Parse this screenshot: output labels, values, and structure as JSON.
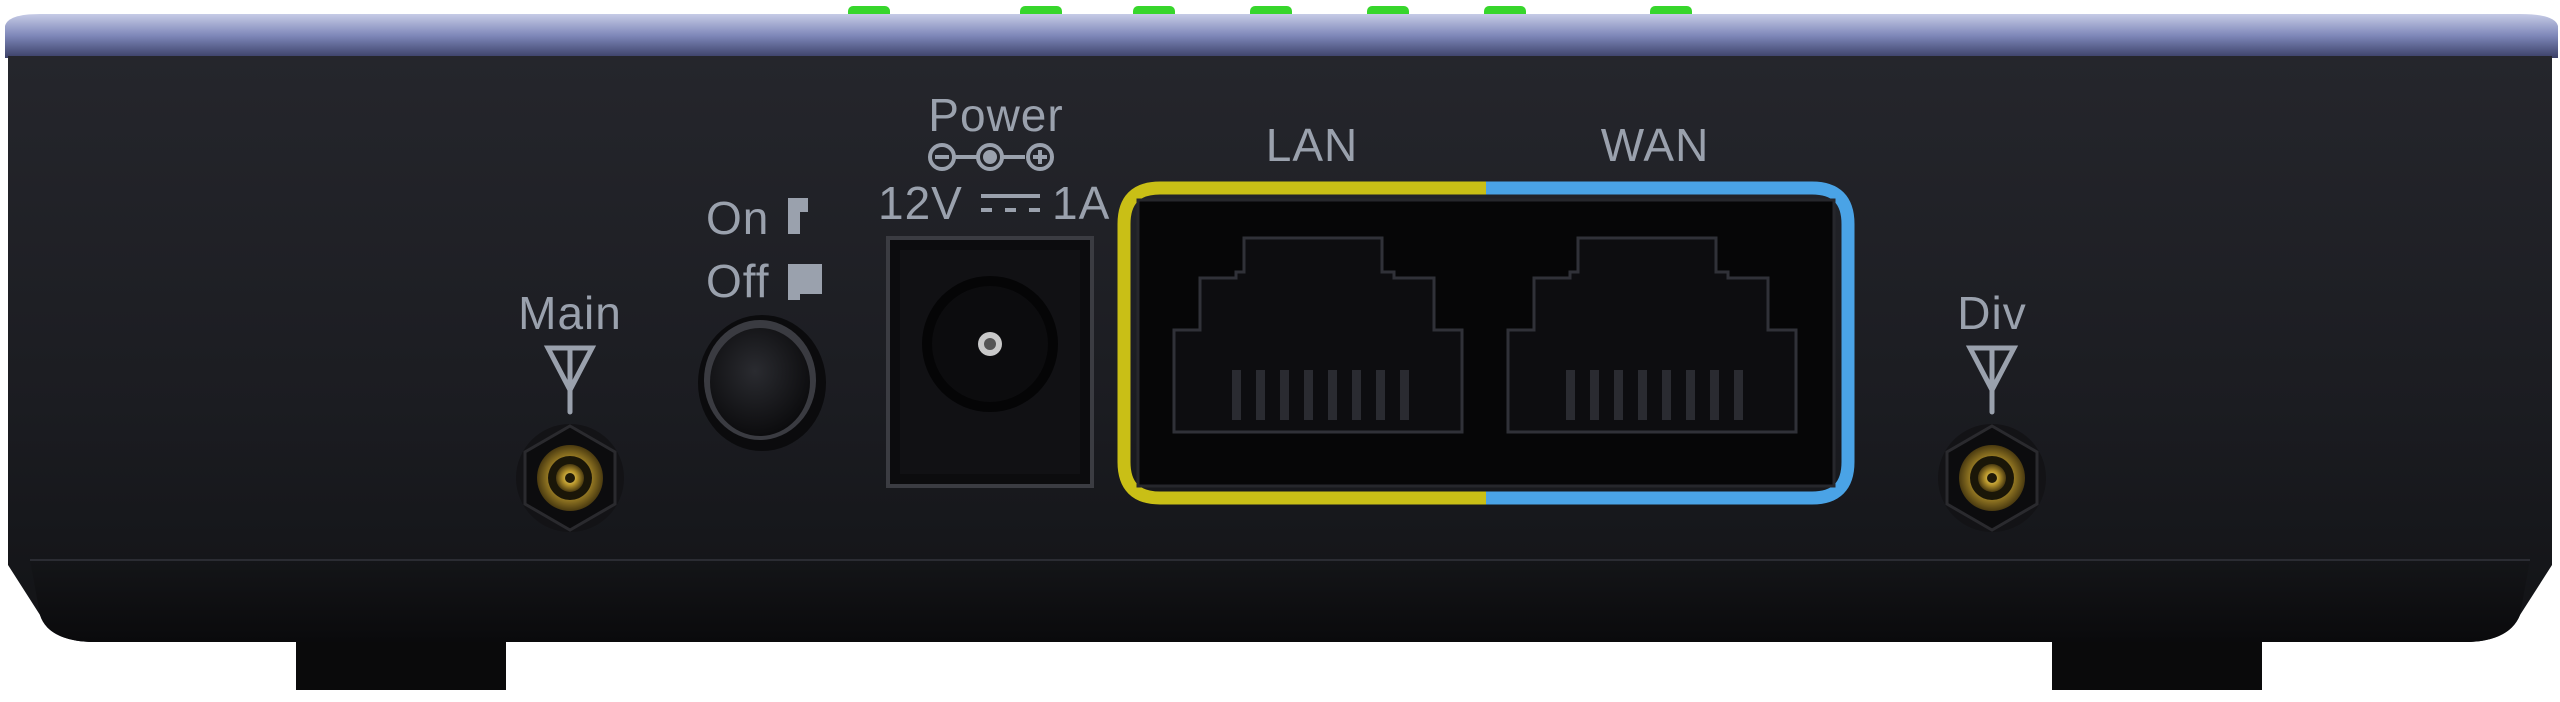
{
  "device": {
    "body_color": "#1b1c21",
    "top_edge_color": "#7d86b8",
    "led_color": "#37d62c",
    "lan_accent": "#c9bf16",
    "wan_accent": "#4aa3e6",
    "label_color": "#9aa1ad"
  },
  "labels": {
    "main_antenna": "Main",
    "switch_on": "On",
    "switch_off": "Off",
    "power_title": "Power",
    "power_rating_voltage": "12V",
    "power_rating_current": "1A",
    "lan": "LAN",
    "wan": "WAN",
    "div_antenna": "Div"
  },
  "icons": {
    "antenna": "antenna-icon",
    "polarity": "polarity-icon",
    "dc_symbol": "dc-current-icon",
    "switch_state": "switch-position-icon"
  }
}
